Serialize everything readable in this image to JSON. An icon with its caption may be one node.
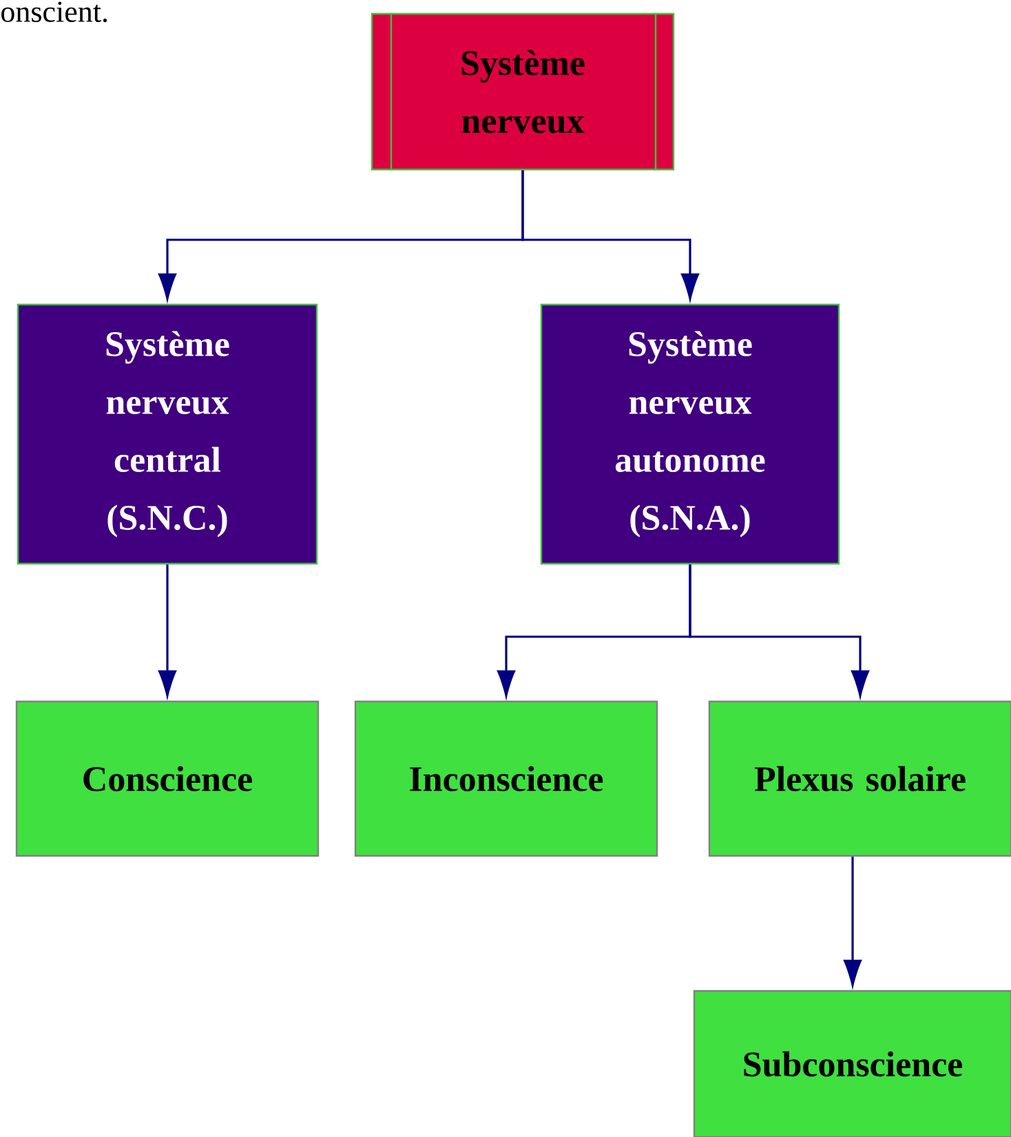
{
  "diagram": {
    "nodes": [
      {
        "text": [
          "Système nerveux"
        ]
      },
      {
        "text": [
          "Système nerveux central (S.N.C.)"
        ]
      },
      {
        "text": [
          "Système nerveux autonome (S.N.A.)"
        ]
      },
      {
        "text": [
          "Conscience"
        ]
      },
      {
        "text": [
          "Inconscience"
        ]
      },
      {
        "text": [
          "Plexus solaire"
        ]
      },
      {
        "text": [
          "Subconscience"
        ]
      }
    ],
    "edges": [
      {
        "from": 0,
        "to": 1,
        "arrow": "to"
      },
      {
        "from": 0,
        "to": 2,
        "arrow": "to"
      },
      {
        "from": 1,
        "to": 3,
        "arrow": "to"
      },
      {
        "from": 2,
        "to": 4,
        "arrow": "to"
      },
      {
        "from": 2,
        "to": 5,
        "arrow": "to"
      },
      {
        "from": 5,
        "to": 6,
        "arrow": "to"
      }
    ],
    "labels": [
      "onscient."
    ]
  }
}
